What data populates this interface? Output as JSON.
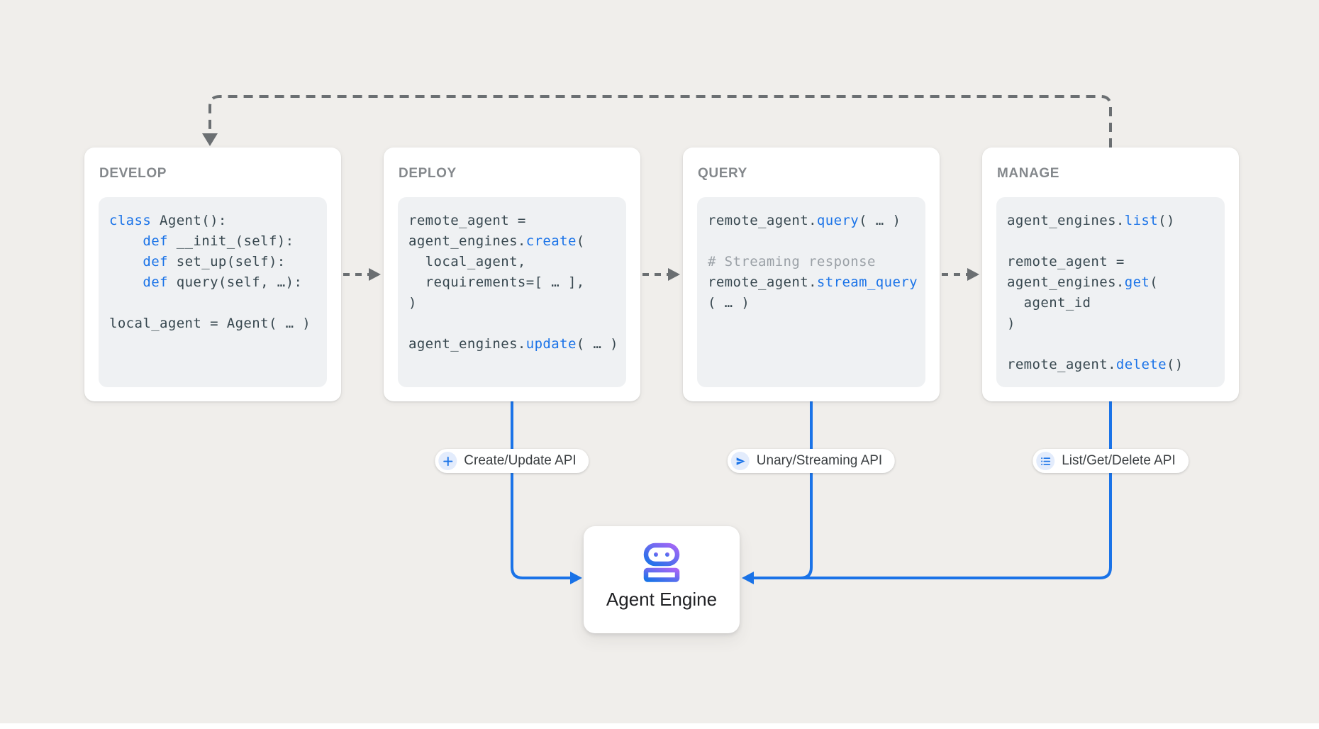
{
  "colors": {
    "background": "#f0eeeb",
    "card-bg": "#ffffff",
    "code-bg": "#eff1f3",
    "title-gray": "#84888c",
    "code-text": "#37474f",
    "keyword-blue": "#1a73e8",
    "comment-gray": "#9aa0a6",
    "connector-gray": "#6b6f72",
    "connector-blue": "#1a73e8",
    "pill-text": "#3c4043",
    "pill-icon-bg": "#e3ecfc",
    "engine-text": "#202124",
    "robot-blue": "#1a73e8",
    "robot-purple": "#a766f6"
  },
  "cards": [
    {
      "title": "DEVELOP",
      "code": [
        [
          {
            "text": "class",
            "type": "kw"
          },
          {
            "text": " Agent():"
          }
        ],
        [
          {
            "text": "    "
          },
          {
            "text": "def",
            "type": "kw"
          },
          {
            "text": " __init_(self):"
          }
        ],
        [
          {
            "text": "    "
          },
          {
            "text": "def",
            "type": "kw"
          },
          {
            "text": " set_up(self):"
          }
        ],
        [
          {
            "text": "    "
          },
          {
            "text": "def",
            "type": "kw"
          },
          {
            "text": " query(self, …):"
          }
        ],
        [],
        [
          {
            "text": "local_agent = Agent( … )"
          }
        ]
      ]
    },
    {
      "title": "DEPLOY",
      "code": [
        [
          {
            "text": "remote_agent ="
          }
        ],
        [
          {
            "text": "agent_engines."
          },
          {
            "text": "create",
            "type": "kw"
          },
          {
            "text": "("
          }
        ],
        [
          {
            "text": "  local_agent,"
          }
        ],
        [
          {
            "text": "  requirements=[ … ],"
          }
        ],
        [
          {
            "text": ")"
          }
        ],
        [],
        [
          {
            "text": "agent_engines."
          },
          {
            "text": "update",
            "type": "kw"
          },
          {
            "text": "( … )"
          }
        ]
      ]
    },
    {
      "title": "QUERY",
      "code": [
        [
          {
            "text": "remote_agent."
          },
          {
            "text": "query",
            "type": "kw"
          },
          {
            "text": "( … )"
          }
        ],
        [],
        [
          {
            "text": "# Streaming response",
            "type": "cm"
          }
        ],
        [
          {
            "text": "remote_agent."
          },
          {
            "text": "stream_query",
            "type": "kw"
          }
        ],
        [
          {
            "text": "( … )"
          }
        ]
      ]
    },
    {
      "title": "MANAGE",
      "code": [
        [
          {
            "text": "agent_engines."
          },
          {
            "text": "list",
            "type": "kw"
          },
          {
            "text": "()"
          }
        ],
        [],
        [
          {
            "text": "remote_agent ="
          }
        ],
        [
          {
            "text": "agent_engines."
          },
          {
            "text": "get",
            "type": "kw"
          },
          {
            "text": "("
          }
        ],
        [
          {
            "text": "  agent_id"
          }
        ],
        [
          {
            "text": ")"
          }
        ],
        [],
        [
          {
            "text": "remote_agent."
          },
          {
            "text": "delete",
            "type": "kw"
          },
          {
            "text": "()"
          }
        ]
      ]
    }
  ],
  "api_pills": [
    {
      "icon": "plus-icon",
      "label": "Create/Update API"
    },
    {
      "icon": "send-icon",
      "label": "Unary/Streaming API"
    },
    {
      "icon": "list-icon",
      "label": "List/Get/Delete API"
    }
  ],
  "engine_node": {
    "icon": "robot-icon",
    "label": "Agent Engine"
  }
}
